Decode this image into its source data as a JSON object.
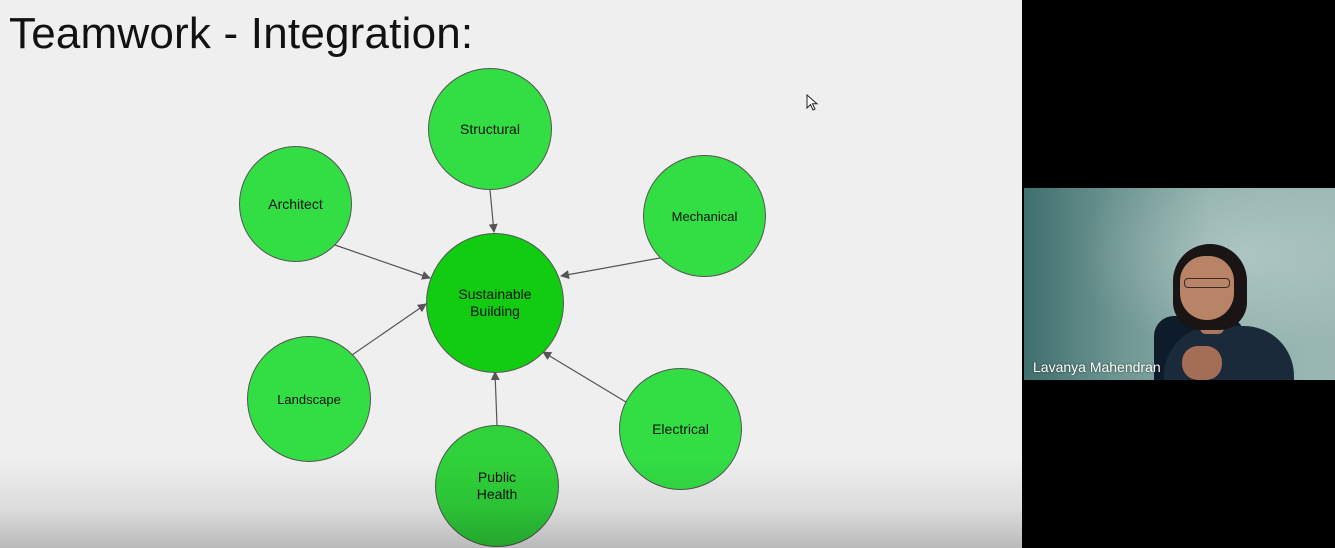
{
  "slide": {
    "title": "Teamwork - Integration:"
  },
  "diagram": {
    "center": "Sustainable\nBuilding",
    "nodes": {
      "structural": "Structural",
      "architect": "Architect",
      "mechanical": "Mechanical",
      "landscape": "Landscape",
      "electrical": "Electrical",
      "public_health": "Public\nHealth"
    },
    "colors": {
      "node_fill": "#33dd44",
      "center_fill": "#11cc11",
      "node_border": "#555555",
      "arrow": "#555555"
    }
  },
  "video": {
    "participant_name": "Lavanya Mahendran"
  },
  "icons": {
    "cursor": "mouse-cursor-icon"
  }
}
